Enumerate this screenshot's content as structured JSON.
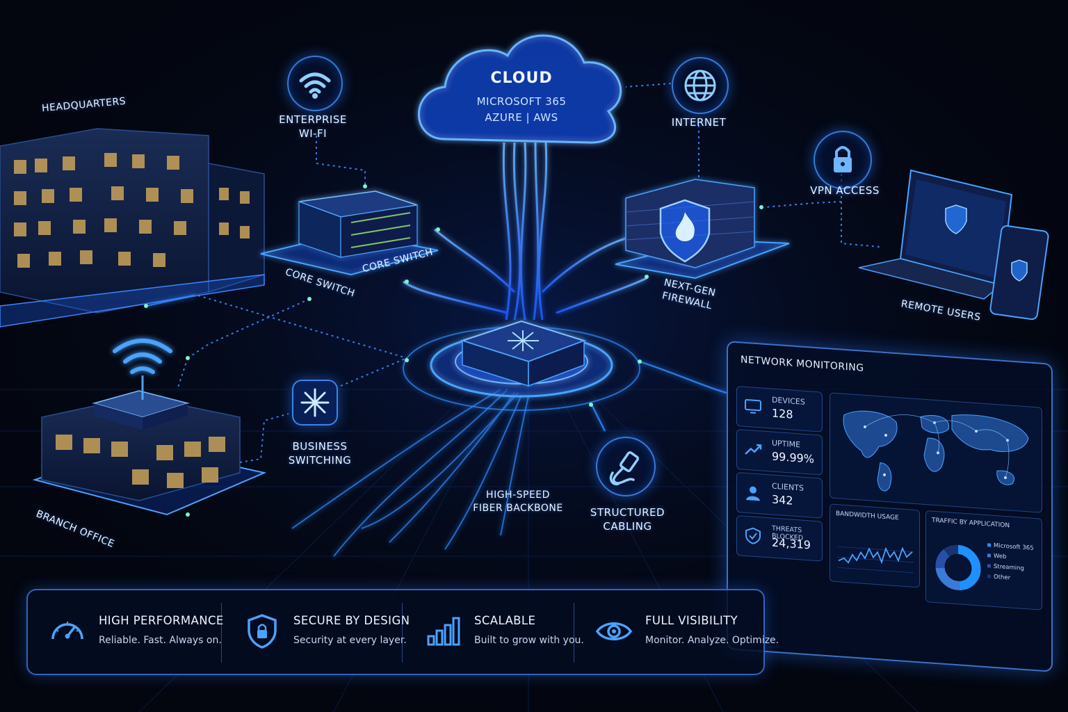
{
  "cloud": {
    "title": "CLOUD",
    "line1": "MICROSOFT 365",
    "line2": "AZURE | AWS"
  },
  "nodes": {
    "headquarters": "HEADQUARTERS",
    "enterprise_wifi_1": "ENTERPRISE",
    "enterprise_wifi_2": "WI-FI",
    "internet": "INTERNET",
    "vpn_access": "VPN ACCESS",
    "core_switch_top": "CORE SWITCH",
    "core_switch_floor": "CORE SWITCH",
    "next_gen_1": "NEXT-GEN",
    "next_gen_2": "FIREWALL",
    "remote_users": "REMOTE USERS",
    "business_switching_1": "BUSINESS",
    "business_switching_2": "SWITCHING",
    "fiber_1": "HIGH-SPEED",
    "fiber_2": "FIBER BACKBONE",
    "cabling_1": "STRUCTURED",
    "cabling_2": "CABLING",
    "branch_office": "BRANCH OFFICE"
  },
  "monitoring": {
    "title": "NETWORK MONITORING",
    "stats": [
      {
        "label": "DEVICES",
        "value": "128",
        "icon": "monitor-icon"
      },
      {
        "label": "UPTIME",
        "value": "99.99%",
        "icon": "trend-icon"
      },
      {
        "label": "CLIENTS",
        "value": "342",
        "icon": "user-icon"
      },
      {
        "label": "THREATS BLOCKED",
        "value": "24,319",
        "icon": "shield-check-icon"
      }
    ],
    "bandwidth_title": "BANDWIDTH USAGE",
    "traffic_title": "TRAFFIC BY APPLICATION",
    "traffic_legend": [
      {
        "name": "Microsoft 365",
        "color": "#1e90ff"
      },
      {
        "name": "Web",
        "color": "#3a7bd5"
      },
      {
        "name": "Streaming",
        "color": "#2850a8"
      },
      {
        "name": "Other",
        "color": "#1a3470"
      }
    ]
  },
  "features": [
    {
      "title": "HIGH PERFORMANCE",
      "subtitle": "Reliable. Fast. Always on.",
      "icon": "speedometer-icon"
    },
    {
      "title": "SECURE BY DESIGN",
      "subtitle": "Security at every layer.",
      "icon": "shield-lock-icon"
    },
    {
      "title": "SCALABLE",
      "subtitle": "Built to grow with you.",
      "icon": "bar-chart-icon"
    },
    {
      "title": "FULL VISIBILITY",
      "subtitle": "Monitor. Analyze. Optimize.",
      "icon": "eye-icon"
    }
  ],
  "colors": {
    "accent": "#2f8bff",
    "glow": "#4aa3ff",
    "background": "#03060f"
  }
}
